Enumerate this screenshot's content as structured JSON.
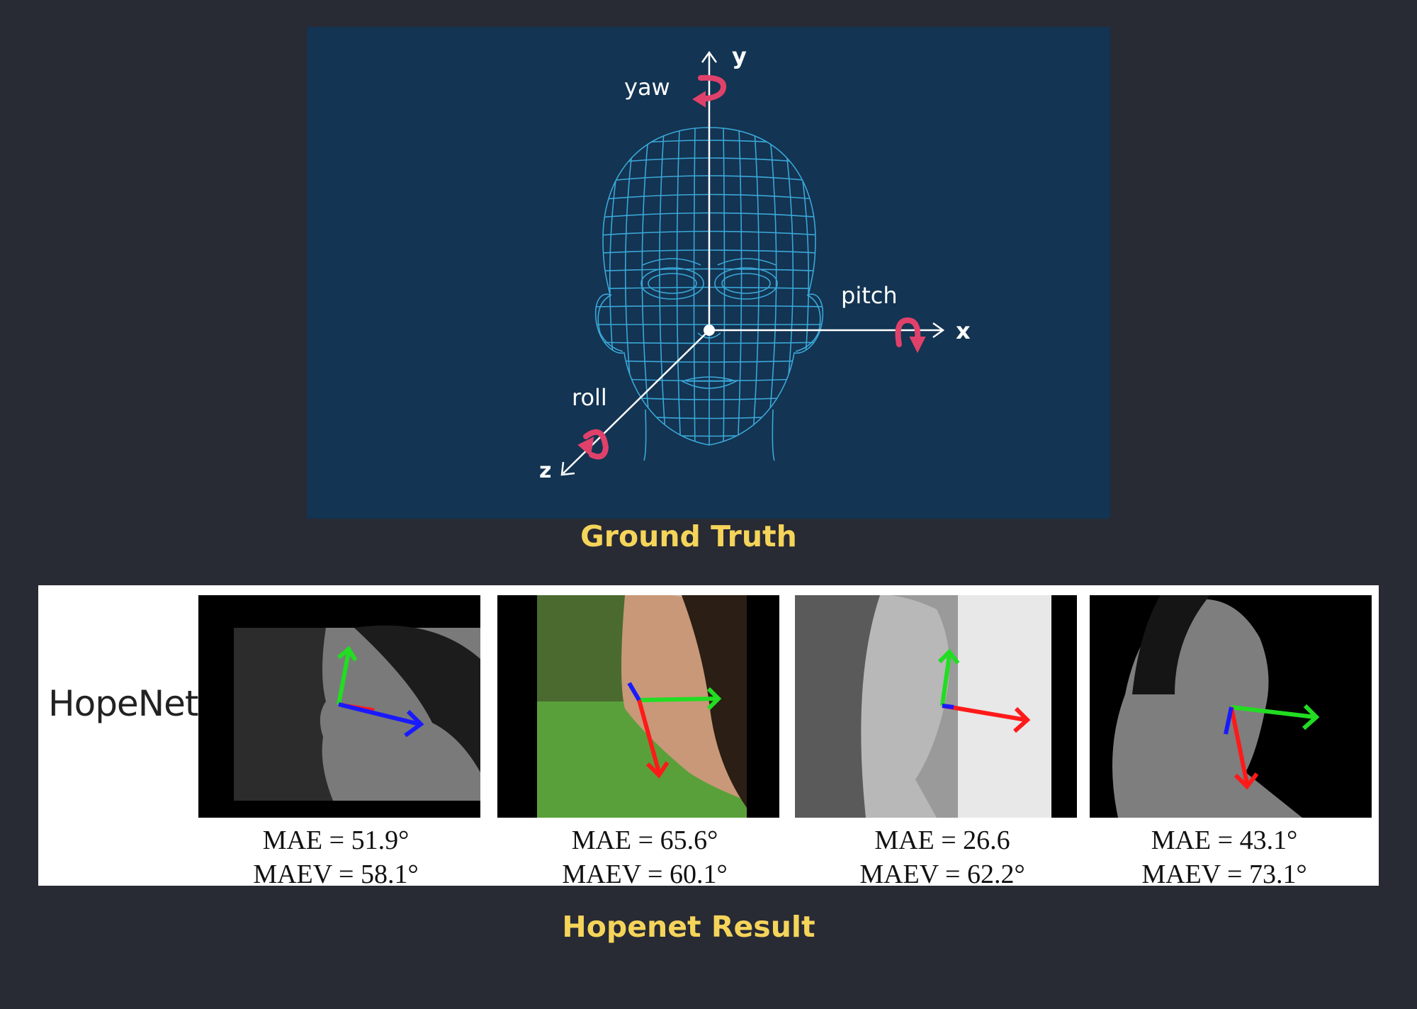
{
  "ground_truth": {
    "axes": {
      "y": "y",
      "x": "x",
      "z": "z"
    },
    "rotations": {
      "yaw": "yaw",
      "pitch": "pitch",
      "roll": "roll"
    },
    "caption": "Ground Truth",
    "colors": {
      "background": "#133452",
      "mesh": "#3aa7d8",
      "rotation_arrow": "#e0416a",
      "axis": "#ffffff"
    }
  },
  "hopenet_result": {
    "method_label": "HopeNet",
    "caption": "Hopenet Result",
    "samples": [
      {
        "mae": "MAE = 51.9°",
        "maev": "MAEV = 58.1°"
      },
      {
        "mae": "MAE = 65.6°",
        "maev": "MAEV = 60.1°"
      },
      {
        "mae": "MAE = 26.6",
        "maev": "MAEV = 62.2°"
      },
      {
        "mae": "MAE = 43.1°",
        "maev": "MAEV = 73.1°"
      }
    ],
    "pose_axis_colors": {
      "x": "#ff1a1a",
      "y": "#22dd22",
      "z": "#1a1aff"
    }
  },
  "page": {
    "background": "#282a34",
    "caption_color": "#f5d45a"
  }
}
